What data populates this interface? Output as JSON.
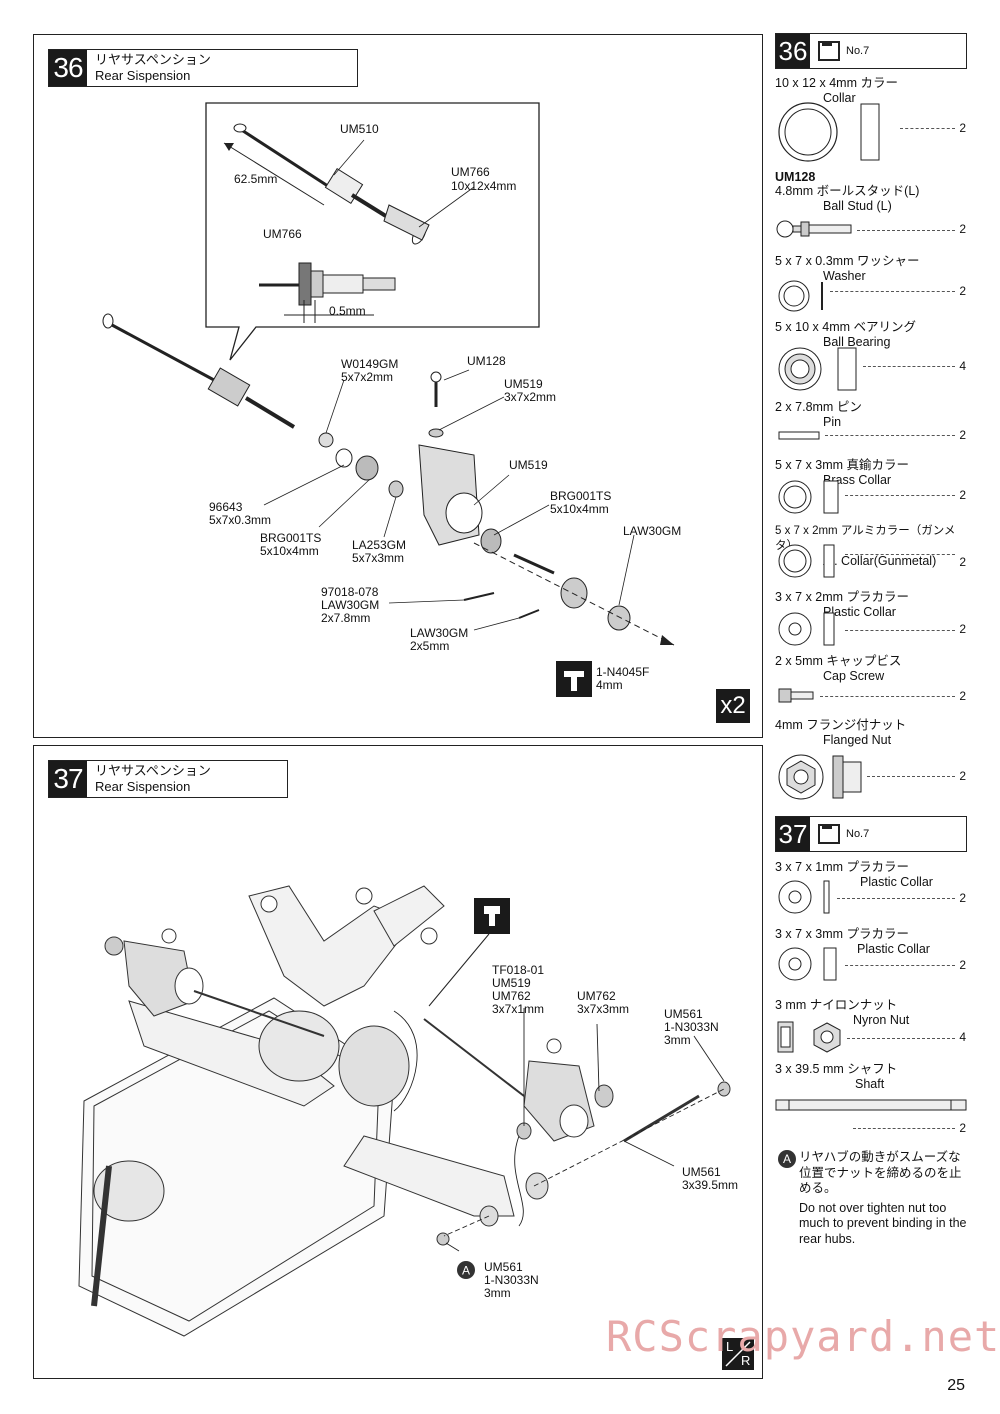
{
  "step36": {
    "number": "36",
    "title_jp": "リヤサスペンション",
    "title_en": "Rear Sispension",
    "labels": {
      "um510": "UM510",
      "len": "62.5mm",
      "um766a": "UM766",
      "um766a_size": "10x12x4mm",
      "um766b": "UM766",
      "gap": "0.5mm",
      "w0149": "W0149GM",
      "w0149_size": "5x7x2mm",
      "um128": "UM128",
      "um519a": "UM519",
      "um519a_size": "3x7x2mm",
      "um519b": "UM519",
      "brg1": "BRG001TS",
      "brg1_size": "5x10x4mm",
      "w96643": "96643",
      "w96643_size": "5x7x0.3mm",
      "brg2": "BRG001TS",
      "brg2_size": "5x10x4mm",
      "la253": "LA253GM",
      "la253_size": "5x7x3mm",
      "law30_top": "LAW30GM",
      "pin_code": "97018-078",
      "pin_code2": "LAW30GM",
      "pin_size": "2x7.8mm",
      "law30_screw": "LAW30GM",
      "law30_screw_size": "2x5mm",
      "tool": "1-N4045F",
      "tool_size": "4mm"
    },
    "multiplier": "x2"
  },
  "step37": {
    "number": "37",
    "title_jp": "リヤサスペンション",
    "title_en": "Rear Sispension",
    "labels": {
      "group1_a": "TF018-01",
      "group1_b": "UM519",
      "group1_c": "UM762",
      "group1_d": "3x7x1mm",
      "um762": "UM762",
      "um762_size": "3x7x3mm",
      "um561a": "UM561",
      "um561a_b": "1-N3033N",
      "um561a_c": "3mm",
      "um561b": "UM561",
      "um561b_size": "3x39.5mm",
      "um561c": "UM561",
      "um561c_b": "1-N3033N",
      "um561c_c": "3mm",
      "marker": "A"
    },
    "lr": "L/R"
  },
  "parts36": {
    "number": "36",
    "bag": "No.7",
    "items": [
      {
        "code": "",
        "spec": "10 x 12 x 4mm  カラー",
        "name": "Collar",
        "qty": "2"
      },
      {
        "code": "UM128",
        "spec": "4.8mm  ボールスタッド(L)",
        "name": "Ball Stud (L)",
        "qty": "2"
      },
      {
        "code": "",
        "spec": "5 x 7 x 0.3mm  ワッシャー",
        "name": "Washer",
        "qty": "2"
      },
      {
        "code": "",
        "spec": "5 x 10 x 4mm  ベアリング",
        "name": "Ball Bearing",
        "qty": "4"
      },
      {
        "code": "",
        "spec": "2 x 7.8mm  ピン",
        "name": "Pin",
        "qty": "2"
      },
      {
        "code": "",
        "spec": "5 x 7 x 3mm   真鍮カラー",
        "name": "Brass Collar",
        "qty": "2"
      },
      {
        "code": "",
        "spec": "5 x 7 x 2mm  アルミカラー（ガンメタ）",
        "name": "Al. Collar(Gunmetal)",
        "qty": "2"
      },
      {
        "code": "",
        "spec": "3 x 7 x 2mm  プラカラー",
        "name": "Plastic Collar",
        "qty": "2"
      },
      {
        "code": "",
        "spec": "2 x 5mm   キャップビス",
        "name": "Cap Screw",
        "qty": "2"
      },
      {
        "code": "",
        "spec": "4mm  フランジ付ナット",
        "name": "Flanged Nut",
        "qty": "2"
      }
    ]
  },
  "parts37": {
    "number": "37",
    "bag": "No.7",
    "items": [
      {
        "spec": "3 x 7 x 1mm   プラカラー",
        "name": "Plastic Collar",
        "qty": "2"
      },
      {
        "spec": "3 x 7 x 3mm  プラカラー",
        "name": "Plastic Collar",
        "qty": "2"
      },
      {
        "spec": "3 mm   ナイロンナット",
        "name": "Nyron Nut",
        "qty": "4"
      },
      {
        "spec": "3 x 39.5 mm  シャフト",
        "name": "Shaft",
        "qty": "2"
      }
    ]
  },
  "note": {
    "marker": "A",
    "jp": "リヤハブの動きがスムーズな位置でナットを締めるのを止める。",
    "en": "Do not over tighten nut too much to prevent binding in the rear hubs."
  },
  "watermark": "RCScrapyard.net",
  "page_number": "25"
}
